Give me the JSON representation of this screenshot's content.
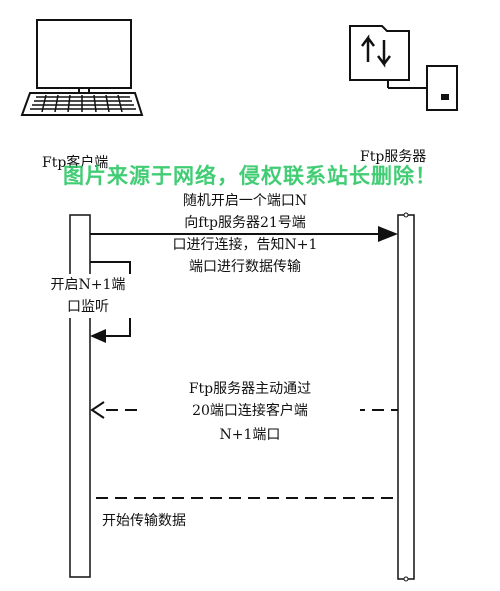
{
  "actors": {
    "client": "Ftp客户端",
    "server": "Ftp服务器"
  },
  "watermark": "图片来源于网络，侵权联系站长删除！",
  "messages": {
    "m1": [
      "随机开启一个端口N",
      "向ftp服务器21号端",
      "口进行连接，告知N+1",
      "端口进行数据传输"
    ],
    "self": [
      "开启N+1端",
      "口监听"
    ],
    "m2": [
      "Ftp服务器主动通过",
      "20端口连接客户端",
      "N+1端口"
    ],
    "m3": "开始传输数据"
  }
}
